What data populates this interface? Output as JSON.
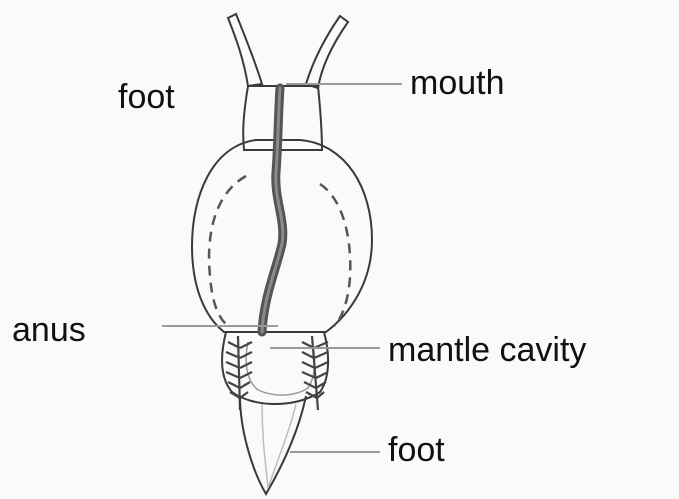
{
  "labels": {
    "foot_top": "foot",
    "mouth": "mouth",
    "anus": "anus",
    "mantle_cavity": "mantle cavity",
    "foot_bottom": "foot"
  },
  "colors": {
    "outline": "#3a3a3a",
    "gut": "#555555",
    "leader_line": "#9a9a9a",
    "text": "#111111",
    "background": "#fafafa"
  }
}
